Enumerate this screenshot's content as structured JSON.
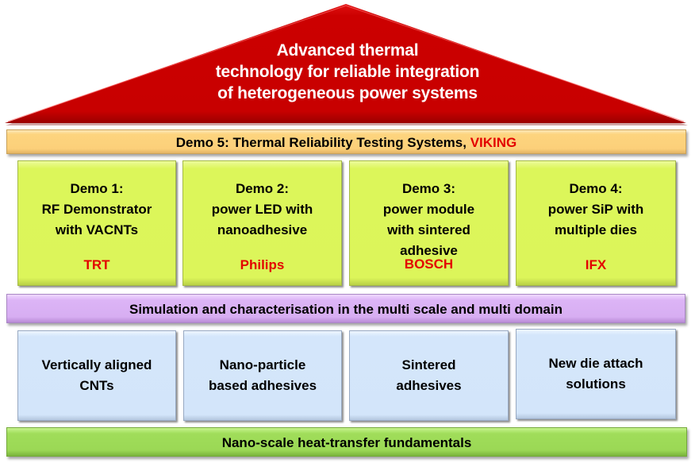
{
  "roof": {
    "title_lines": [
      "Advanced thermal",
      "technology for reliable integration",
      "of heterogeneous power systems"
    ],
    "color": "#cc0000"
  },
  "demo5": {
    "label": "Demo 5: Thermal Reliability Testing Systems,",
    "partner": "VIKING"
  },
  "demos": [
    {
      "title": "Demo 1:",
      "lines": [
        "RF Demonstrator",
        "with VACNTs"
      ],
      "partner": "TRT"
    },
    {
      "title": "Demo 2:",
      "lines": [
        "power LED with",
        "nanoadhesive"
      ],
      "partner": "Philips"
    },
    {
      "title": "Demo 3:",
      "lines": [
        "power module",
        "with sintered",
        "adhesive"
      ],
      "partner": "BOSCH"
    },
    {
      "title": "Demo 4:",
      "lines": [
        "power SiP with",
        "multiple dies"
      ],
      "partner": "IFX"
    }
  ],
  "simulation": {
    "label": "Simulation and characterisation in the multi scale and multi domain"
  },
  "technologies": [
    {
      "lines": [
        "Vertically aligned",
        "CNTs"
      ]
    },
    {
      "lines": [
        "Nano-particle",
        "based adhesives"
      ]
    },
    {
      "lines": [
        "Sintered",
        "adhesives"
      ]
    },
    {
      "lines": [
        "New die attach",
        "solutions"
      ]
    }
  ],
  "foundation": {
    "label": "Nano-scale heat-transfer fundamentals"
  },
  "colors": {
    "roof": "#cc0000",
    "demo5_bar": "#fdd47e",
    "demo_boxes": "#dcf55a",
    "simulation_bar": "#dcb4f6",
    "technology_boxes": "#d4e6fb",
    "foundation_bar": "#9edc5a",
    "partner_text": "#e30000"
  }
}
